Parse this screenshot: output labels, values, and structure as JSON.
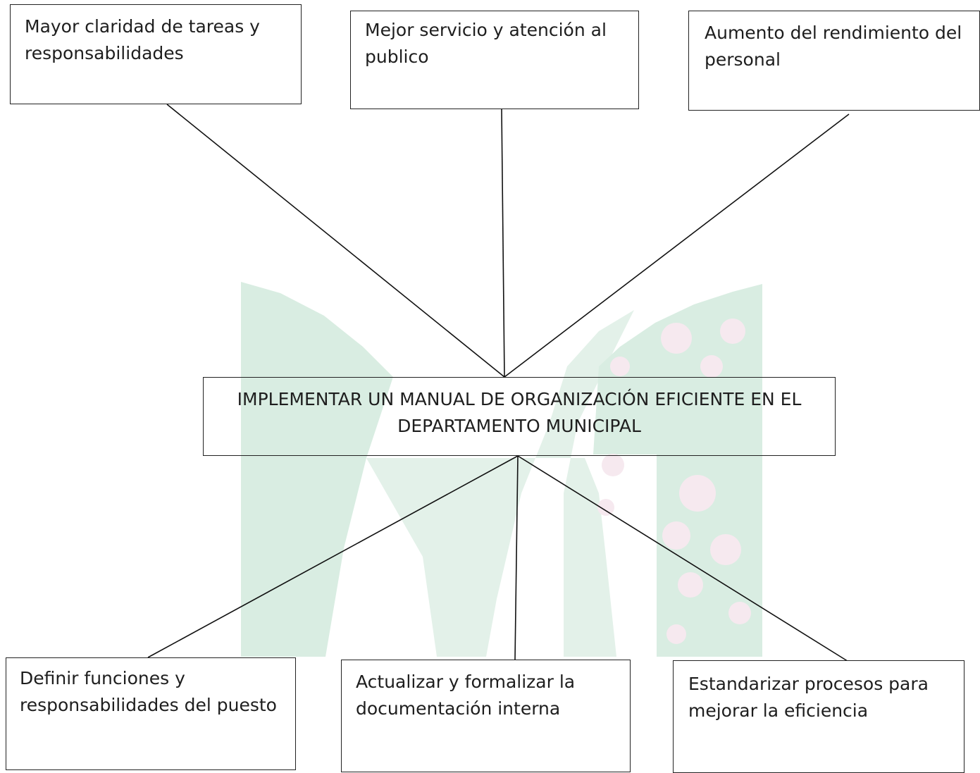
{
  "diagram": {
    "central": {
      "line1": "IMPLEMENTAR UN MANUAL DE ORGANIZACIÓN EFICIENTE EN EL",
      "line2": "DEPARTAMENTO MUNICIPAL"
    },
    "top_boxes": [
      {
        "line1": "Mayor claridad de tareas y",
        "line2": "responsabilidades"
      },
      {
        "line1": "Mejor servicio y atención al",
        "line2": "publico"
      },
      {
        "line1": "Aumento del rendimiento del",
        "line2": "personal"
      }
    ],
    "bottom_boxes": [
      {
        "line1": "Definir funciones y",
        "line2": "responsabilidades del puesto"
      },
      {
        "line1": "Actualizar y formalizar la",
        "line2": "documentación interna"
      },
      {
        "line1": "Estandarizar procesos para",
        "line2": "mejorar la eficiencia"
      }
    ]
  },
  "colors": {
    "watermark_green": "#d9ede2",
    "watermark_pink": "#f6e9ef",
    "line": "#111111"
  }
}
